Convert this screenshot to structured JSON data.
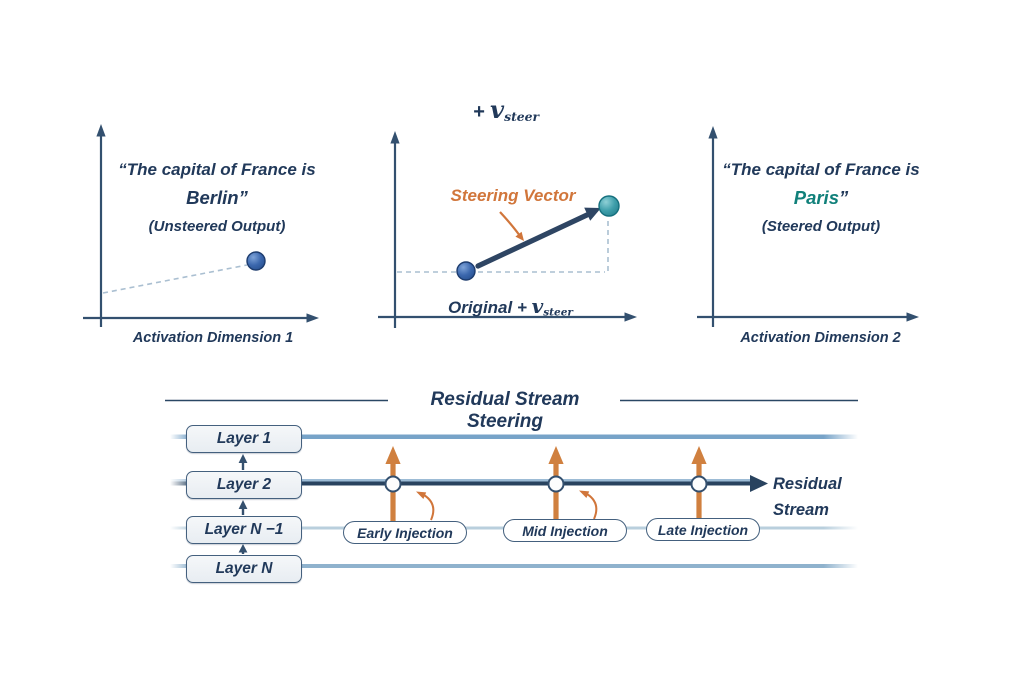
{
  "figure": {
    "top": {
      "unsteered": {
        "line1": "“The capital of France is",
        "answer": "Berlin",
        "quote_close": "”",
        "caption": "(Unsteered Output)",
        "axis_label": "Activation Dimension 1"
      },
      "steering": {
        "plus": "+ ",
        "v": "v",
        "v_sub": "steer",
        "vector_label": "Steering Vector",
        "origin_prefix": "Original + ",
        "origin_v": "v",
        "origin_sub": "steer"
      },
      "steered": {
        "line1": "“The capital of France is",
        "answer": "Paris",
        "quote_close": "”",
        "caption": "(Steered Output)",
        "axis_label": "Activation Dimension 2"
      }
    },
    "bottom": {
      "title": "Residual Stream Steering",
      "layers": [
        "Layer 1",
        "Layer 2",
        "Layer N −1",
        "Layer N"
      ],
      "injections": [
        "Early Injection",
        "Mid Injection",
        "Late Injection"
      ],
      "stream_label": [
        "Residual",
        "Stream"
      ]
    },
    "colors": {
      "navy_text": "#21395a",
      "teal_answer": "#10807a",
      "orange": "#d1763b",
      "blue_dot": "#2f5ba1",
      "teal_dot": "#2f96a3",
      "stream_dark": "#29435f",
      "stream_light": "#b9cfdd",
      "axis": "#33506f"
    }
  }
}
